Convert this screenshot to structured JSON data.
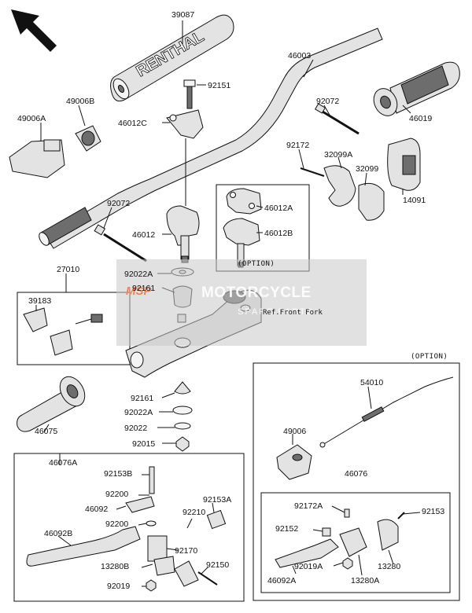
{
  "watermark": {
    "logo": "MSP",
    "title": "MOTORCYCLE",
    "subtitle": "SPARE PARTS"
  },
  "notes": {
    "option_top": "(OPTION)",
    "option_right": "(OPTION)",
    "ref_front_fork": "Ref.Front Fork"
  },
  "grip_brand": "RENTHAL",
  "parts": {
    "p39087": "39087",
    "p46003": "46003",
    "p92151": "92151",
    "p49006B": "49006B",
    "p49006A": "49006A",
    "p46012C": "46012C",
    "p92072_top": "92072",
    "p46019": "46019",
    "p92172": "92172",
    "p32099A": "32099A",
    "p32099": "32099",
    "p14091": "14091",
    "p46012A": "46012A",
    "p46012B": "46012B",
    "p92072_mid": "92072",
    "p46012": "46012",
    "p27010": "27010",
    "p92022A_top": "92022A",
    "p92161_top": "92161",
    "p39183": "39183",
    "p92161_bot": "92161",
    "p92022A_bot": "92022A",
    "p92022": "92022",
    "p92015": "92015",
    "p46075": "46075",
    "p54010": "54010",
    "p49006": "49006",
    "p46076": "46076",
    "p46076A": "46076A",
    "p92153B": "92153B",
    "p92200_a": "92200",
    "p46092": "46092",
    "p92200_b": "92200",
    "p92153A": "92153A",
    "p92210": "92210",
    "p46092B": "46092B",
    "p92170": "92170",
    "p13280B": "13280B",
    "p92150": "92150",
    "p92019": "92019",
    "p92172A": "92172A",
    "p92153": "92153",
    "p92152": "92152",
    "p92019A": "92019A",
    "p13280": "13280",
    "p46092A": "46092A",
    "p13280A": "13280A"
  }
}
